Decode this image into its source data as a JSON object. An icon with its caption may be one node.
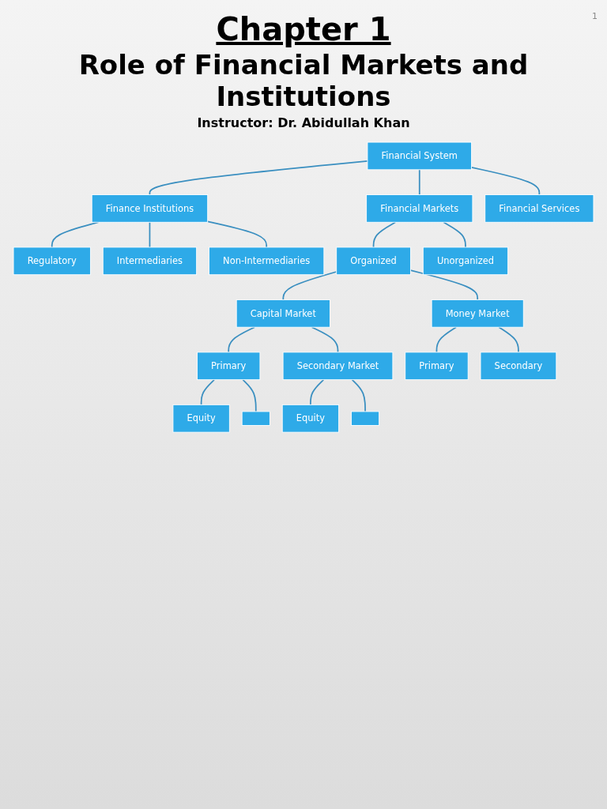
{
  "diagram": {
    "title": "Chapter 1",
    "nodes": [
      {
        "text": [
          "Financial System"
        ]
      },
      {
        "text": [
          "Finance Institutions"
        ]
      },
      {
        "text": [
          "Financial Markets"
        ]
      },
      {
        "text": [
          "Financial Services"
        ]
      },
      {
        "text": [
          "Regulatory"
        ]
      },
      {
        "text": [
          "Intermediaries"
        ]
      },
      {
        "text": [
          "Non-Intermediaries"
        ]
      },
      {
        "text": [
          "Organized"
        ]
      },
      {
        "text": [
          "Unorganized"
        ]
      },
      {
        "text": [
          "Capital Market"
        ]
      },
      {
        "text": [
          "Money Market"
        ]
      },
      {
        "text": [
          "Primary"
        ]
      },
      {
        "text": [
          "Secondary Market"
        ]
      },
      {
        "text": [
          "Primary"
        ]
      },
      {
        "text": [
          "Secondary"
        ]
      },
      {
        "text": [
          "Equity"
        ]
      },
      {
        "text": [
          "Equity"
        ]
      },
      {
        "text": [],
        "shape": "box"
      },
      {
        "text": [],
        "shape": "box"
      }
    ],
    "edges": [
      {
        "from": 0,
        "to": 1,
        "arrow": "none"
      },
      {
        "from": 0,
        "to": 2,
        "arrow": "none"
      },
      {
        "from": 0,
        "to": 3,
        "arrow": "none"
      },
      {
        "from": 1,
        "to": 4,
        "arrow": "none"
      },
      {
        "from": 1,
        "to": 5,
        "arrow": "none"
      },
      {
        "from": 1,
        "to": 6,
        "arrow": "none"
      },
      {
        "from": 2,
        "to": 7,
        "arrow": "none"
      },
      {
        "from": 2,
        "to": 8,
        "arrow": "none"
      },
      {
        "from": 7,
        "to": 9,
        "arrow": "none"
      },
      {
        "from": 7,
        "to": 10,
        "arrow": "none"
      },
      {
        "from": 9,
        "to": 11,
        "arrow": "none"
      },
      {
        "from": 9,
        "to": 12,
        "arrow": "none"
      },
      {
        "from": 10,
        "to": 13,
        "arrow": "none"
      },
      {
        "from": 10,
        "to": 14,
        "arrow": "none"
      },
      {
        "from": 11,
        "to": 15,
        "arrow": "none"
      },
      {
        "from": 11,
        "to": 17,
        "arrow": "none"
      },
      {
        "from": 12,
        "to": 16,
        "arrow": "none"
      },
      {
        "from": 12,
        "to": 18,
        "arrow": "none"
      }
    ],
    "labels": [
      "Role of Financial Markets and Institutions",
      "Instructor: Dr. Abidullah Khan",
      "1"
    ]
  }
}
